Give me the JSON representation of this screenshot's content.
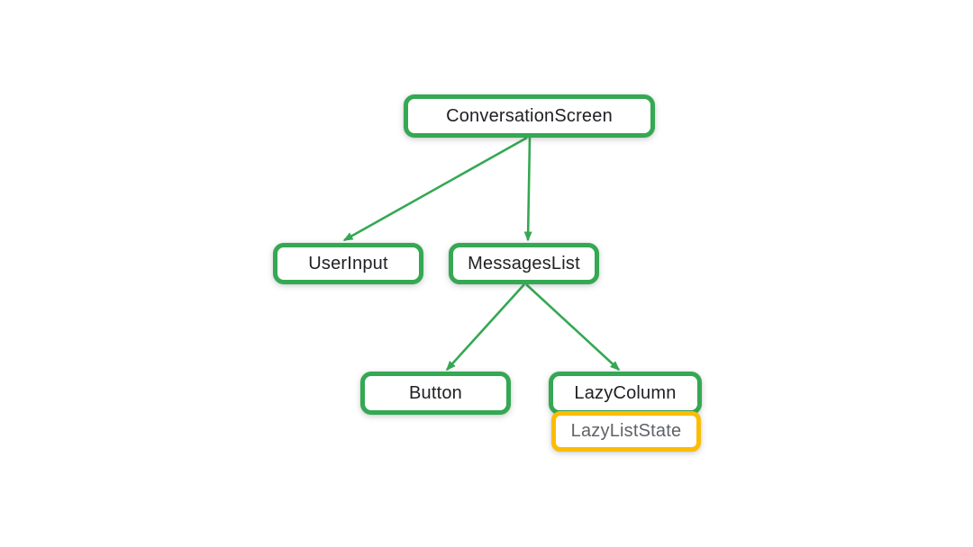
{
  "diagram": {
    "type": "component-tree",
    "background": "#FFFFFF",
    "colors": {
      "node_border_green": "#34A853",
      "node_border_yellow": "#FBBC04",
      "edge_green": "#34A853",
      "label_dark": "#202124",
      "label_gray": "#5F6368"
    },
    "nodes": [
      {
        "id": "conversation-screen",
        "label": "ConversationScreen",
        "border": "green",
        "label_color": "dark"
      },
      {
        "id": "user-input",
        "label": "UserInput",
        "border": "green",
        "label_color": "dark"
      },
      {
        "id": "messages-list",
        "label": "MessagesList",
        "border": "green",
        "label_color": "dark"
      },
      {
        "id": "button",
        "label": "Button",
        "border": "green",
        "label_color": "dark"
      },
      {
        "id": "lazy-column",
        "label": "LazyColumn",
        "border": "green",
        "label_color": "dark"
      },
      {
        "id": "lazy-list-state",
        "label": "LazyListState",
        "border": "yellow",
        "label_color": "gray"
      }
    ],
    "edges": [
      {
        "from": "ConversationScreen",
        "to": "UserInput"
      },
      {
        "from": "ConversationScreen",
        "to": "MessagesList"
      },
      {
        "from": "MessagesList",
        "to": "Button"
      },
      {
        "from": "MessagesList",
        "to": "LazyColumn"
      }
    ]
  }
}
